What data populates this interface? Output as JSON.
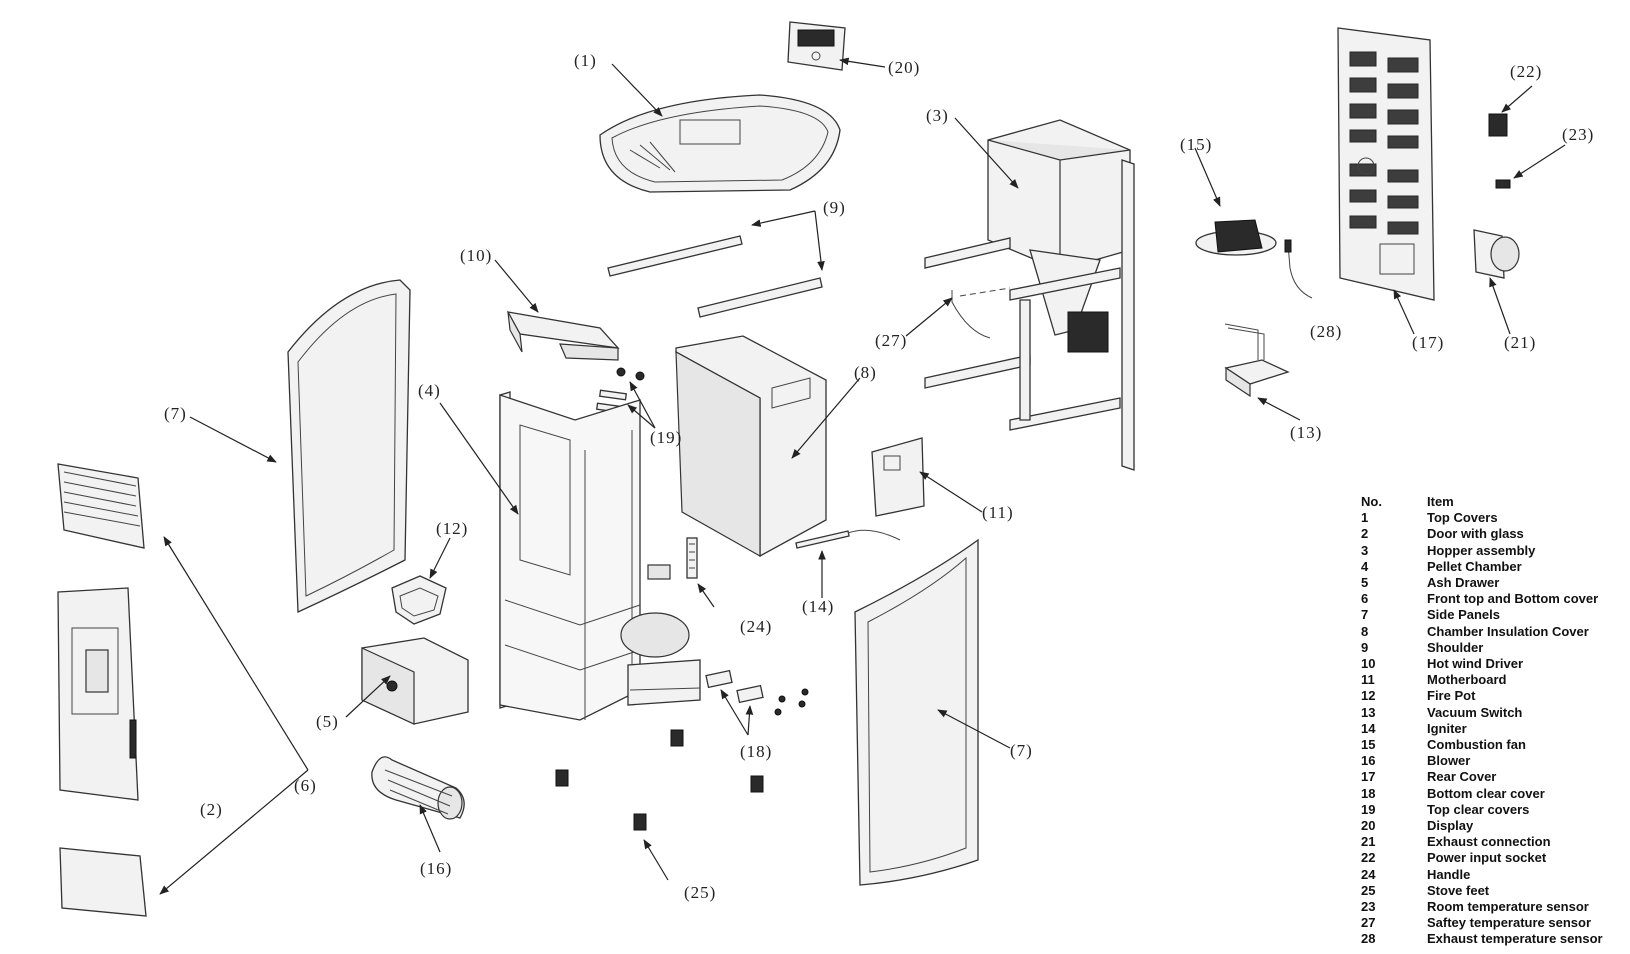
{
  "diagram": {
    "callouts": [
      "(1)",
      "(2)",
      "(3)",
      "(4)",
      "(5)",
      "(6)",
      "(7)",
      "(7)",
      "(8)",
      "(9)",
      "(10)",
      "(11)",
      "(12)",
      "(13)",
      "(14)",
      "(15)",
      "(16)",
      "(17)",
      "(18)",
      "(19)",
      "(20)",
      "(21)",
      "(22)",
      "(23)",
      "(24)",
      "(25)",
      "(27)",
      "(28)"
    ]
  },
  "legend": {
    "header_no": "No.",
    "header_item": "Item",
    "rows": [
      {
        "no": "1",
        "item": "Top Covers"
      },
      {
        "no": "2",
        "item": "Door with glass"
      },
      {
        "no": "3",
        "item": "Hopper assembly"
      },
      {
        "no": "4",
        "item": "Pellet Chamber"
      },
      {
        "no": "5",
        "item": "Ash Drawer"
      },
      {
        "no": "6",
        "item": "Front top and Bottom cover"
      },
      {
        "no": "7",
        "item": "Side Panels"
      },
      {
        "no": "8",
        "item": "Chamber Insulation Cover"
      },
      {
        "no": "9",
        "item": "Shoulder"
      },
      {
        "no": "10",
        "item": "Hot wind Driver"
      },
      {
        "no": "11",
        "item": "Motherboard"
      },
      {
        "no": "12",
        "item": "Fire Pot"
      },
      {
        "no": "13",
        "item": "Vacuum Switch"
      },
      {
        "no": "14",
        "item": "Igniter"
      },
      {
        "no": "15",
        "item": "Combustion fan"
      },
      {
        "no": "16",
        "item": "Blower"
      },
      {
        "no": "17",
        "item": "Rear Cover"
      },
      {
        "no": "18",
        "item": "Bottom clear cover"
      },
      {
        "no": "19",
        "item": "Top clear covers"
      },
      {
        "no": "20",
        "item": "Display"
      },
      {
        "no": "21",
        "item": "Exhaust connection"
      },
      {
        "no": "22",
        "item": "Power input socket"
      },
      {
        "no": "24",
        "item": "Handle"
      },
      {
        "no": "25",
        "item": "Stove feet"
      },
      {
        "no": "23",
        "item": "Room temperature sensor"
      },
      {
        "no": "27",
        "item": "Saftey temperature sensor"
      },
      {
        "no": "28",
        "item": "Exhaust temperature sensor"
      }
    ]
  }
}
